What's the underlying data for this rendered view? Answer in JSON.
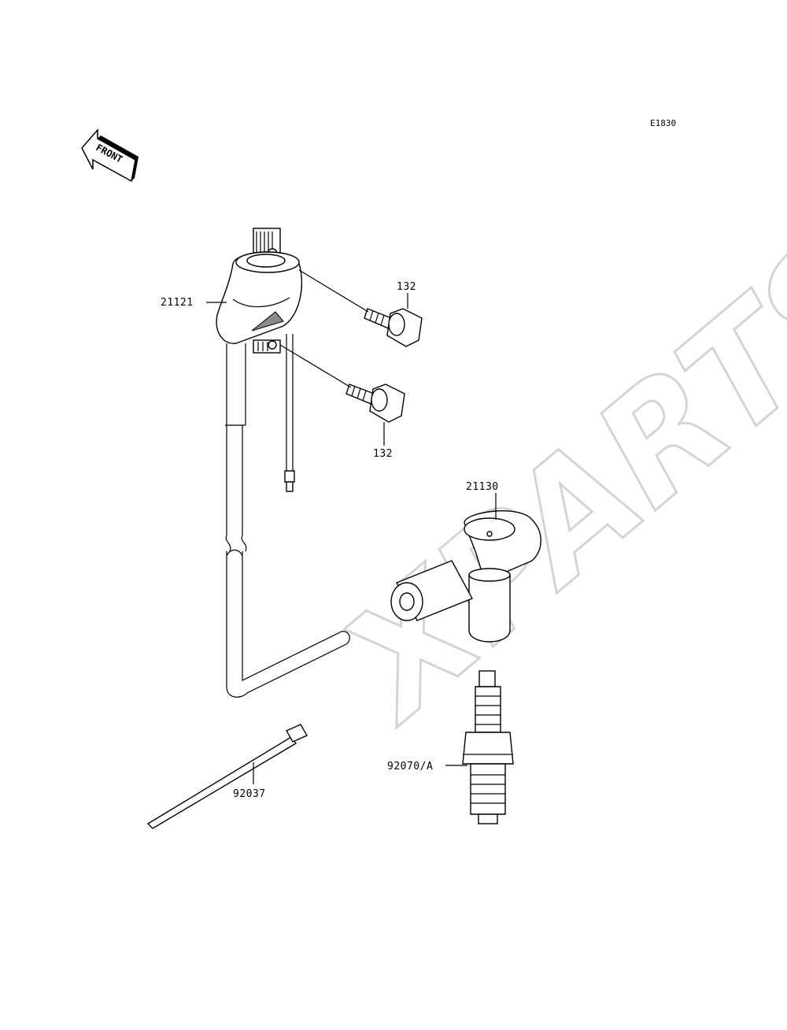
{
  "diagram": {
    "code": "E1830",
    "direction_label": "FRONT",
    "watermark": "XPARTS",
    "callouts": [
      {
        "id": "ignition-coil",
        "label": "21121"
      },
      {
        "id": "bolt-upper",
        "label": "132"
      },
      {
        "id": "bolt-lower",
        "label": "132"
      },
      {
        "id": "plug-cap",
        "label": "21130"
      },
      {
        "id": "cable-tie",
        "label": "92037"
      },
      {
        "id": "spark-plug",
        "label": "92070/A"
      }
    ]
  }
}
